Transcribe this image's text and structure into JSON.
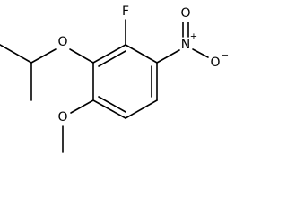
{
  "molecule": {
    "atoms": {
      "fluorine": "F",
      "ether_oxygen": "O",
      "methoxy_oxygen": "O",
      "nitro_nitrogen": "N",
      "nitro_nitrogen_charge": "+",
      "nitro_oxygen_top": "O",
      "nitro_oxygen_right": "O",
      "nitro_oxygen_right_charge": "−"
    },
    "bond_color": "#000000",
    "background": "#ffffff"
  }
}
